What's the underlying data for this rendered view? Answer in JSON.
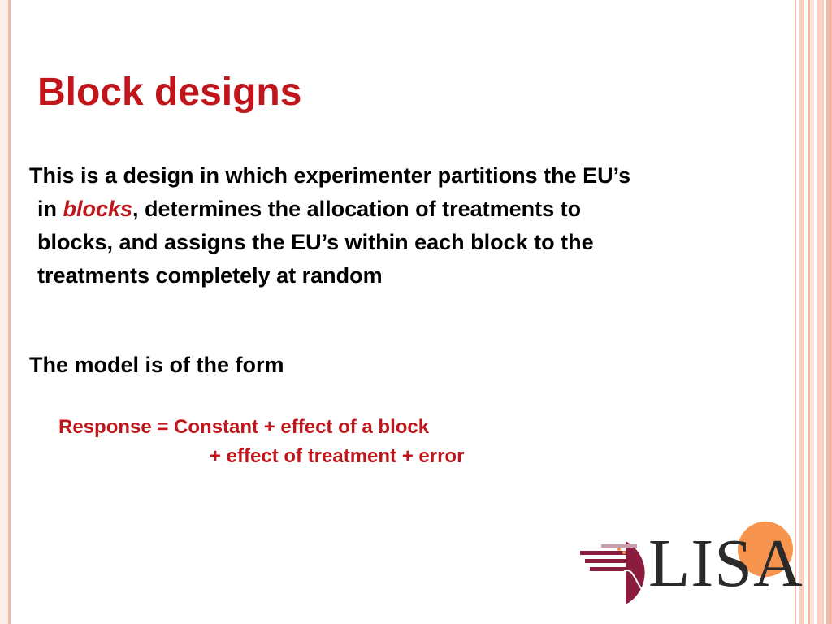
{
  "slide": {
    "title": "Block designs",
    "paragraph": {
      "line1": "This is a design in which experimenter partitions the EU’s",
      "line2_prefix": "in ",
      "line2_emphasis": "blocks",
      "line2_suffix": ", determines the allocation of treatments to",
      "line3": "blocks, and assigns the EU’s within each block to the",
      "line4": "treatments completely at random"
    },
    "model_intro": "The model is of the form",
    "formula": {
      "line1": "Response = Constant + effect of a block",
      "line2": "+ effect of treatment + error"
    },
    "logo": {
      "text": "LISA",
      "icon": "lisa-logo-icon"
    }
  },
  "colors": {
    "title": "#c0161b",
    "emphasis": "#c0161b",
    "formula": "#c0161b",
    "border": "#f4b8a8",
    "logo_circle": "#f7954f",
    "logo_maroon": "#8a1c3d"
  }
}
